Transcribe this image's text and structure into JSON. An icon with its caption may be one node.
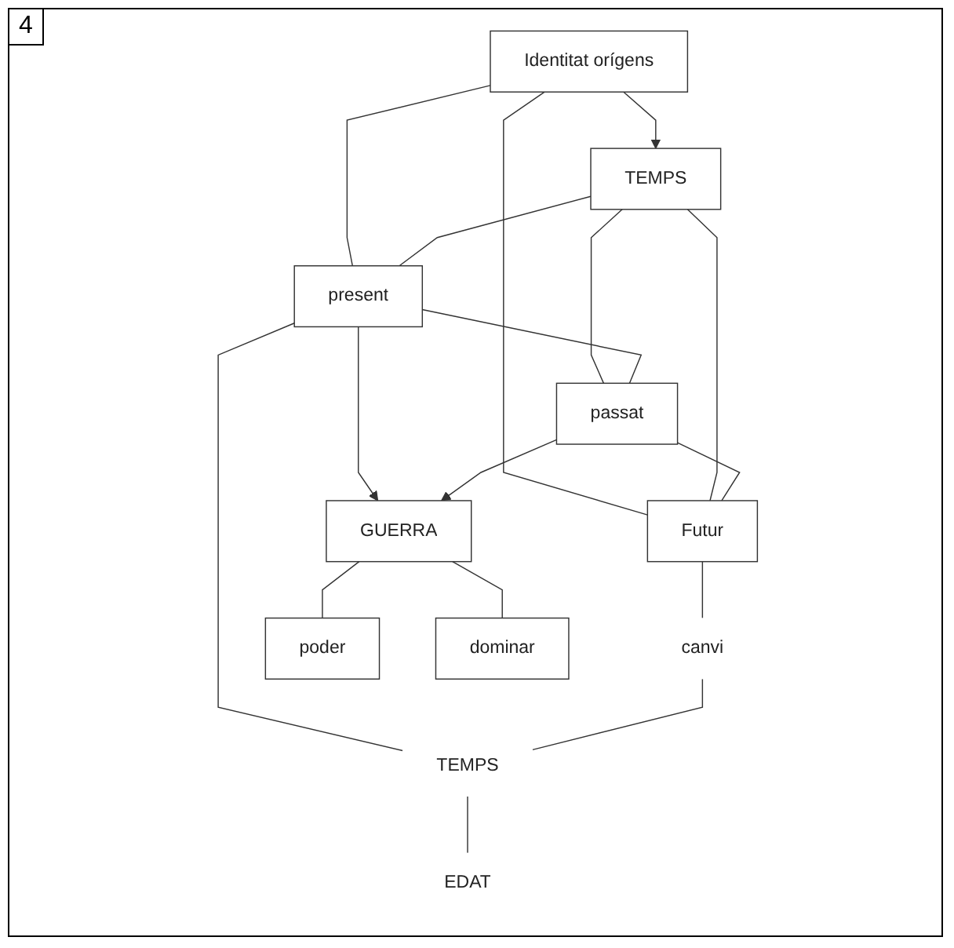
{
  "diagram": {
    "nodes": [
      {
        "text": [
          "Identitat orígens"
        ]
      },
      {
        "text": [
          "TEMPS"
        ]
      },
      {
        "text": [
          "present"
        ]
      },
      {
        "text": [
          "passat"
        ]
      },
      {
        "text": [
          "Futur"
        ]
      },
      {
        "text": [
          "canvi"
        ]
      },
      {
        "text": [
          "GUERRA"
        ]
      },
      {
        "text": [
          "poder"
        ]
      },
      {
        "text": [
          "dominar"
        ]
      },
      {
        "text": [
          "TEMPS"
        ]
      },
      {
        "text": [
          "EDAT"
        ]
      }
    ],
    "edges": [
      {
        "from": 0,
        "to": 1,
        "arrow": "to"
      },
      {
        "from": 0,
        "to": 2,
        "arrow": "none"
      },
      {
        "from": 0,
        "to": 4,
        "arrow": "none"
      },
      {
        "from": 1,
        "to": 2,
        "arrow": "none"
      },
      {
        "from": 1,
        "to": 3,
        "arrow": "none"
      },
      {
        "from": 1,
        "to": 4,
        "arrow": "none"
      },
      {
        "from": 2,
        "to": 3,
        "arrow": "none"
      },
      {
        "from": 3,
        "to": 4,
        "arrow": "none"
      },
      {
        "from": 4,
        "to": 5,
        "arrow": "none"
      },
      {
        "from": 2,
        "to": 6,
        "arrow": "to"
      },
      {
        "from": 3,
        "to": 6,
        "arrow": "to"
      },
      {
        "from": 6,
        "to": 7,
        "arrow": "none"
      },
      {
        "from": 6,
        "to": 8,
        "arrow": "none"
      },
      {
        "from": 2,
        "to": 9,
        "arrow": "none"
      },
      {
        "from": 5,
        "to": 9,
        "arrow": "none"
      },
      {
        "from": 9,
        "to": 10,
        "arrow": "none"
      }
    ],
    "labels": [
      "4"
    ]
  }
}
